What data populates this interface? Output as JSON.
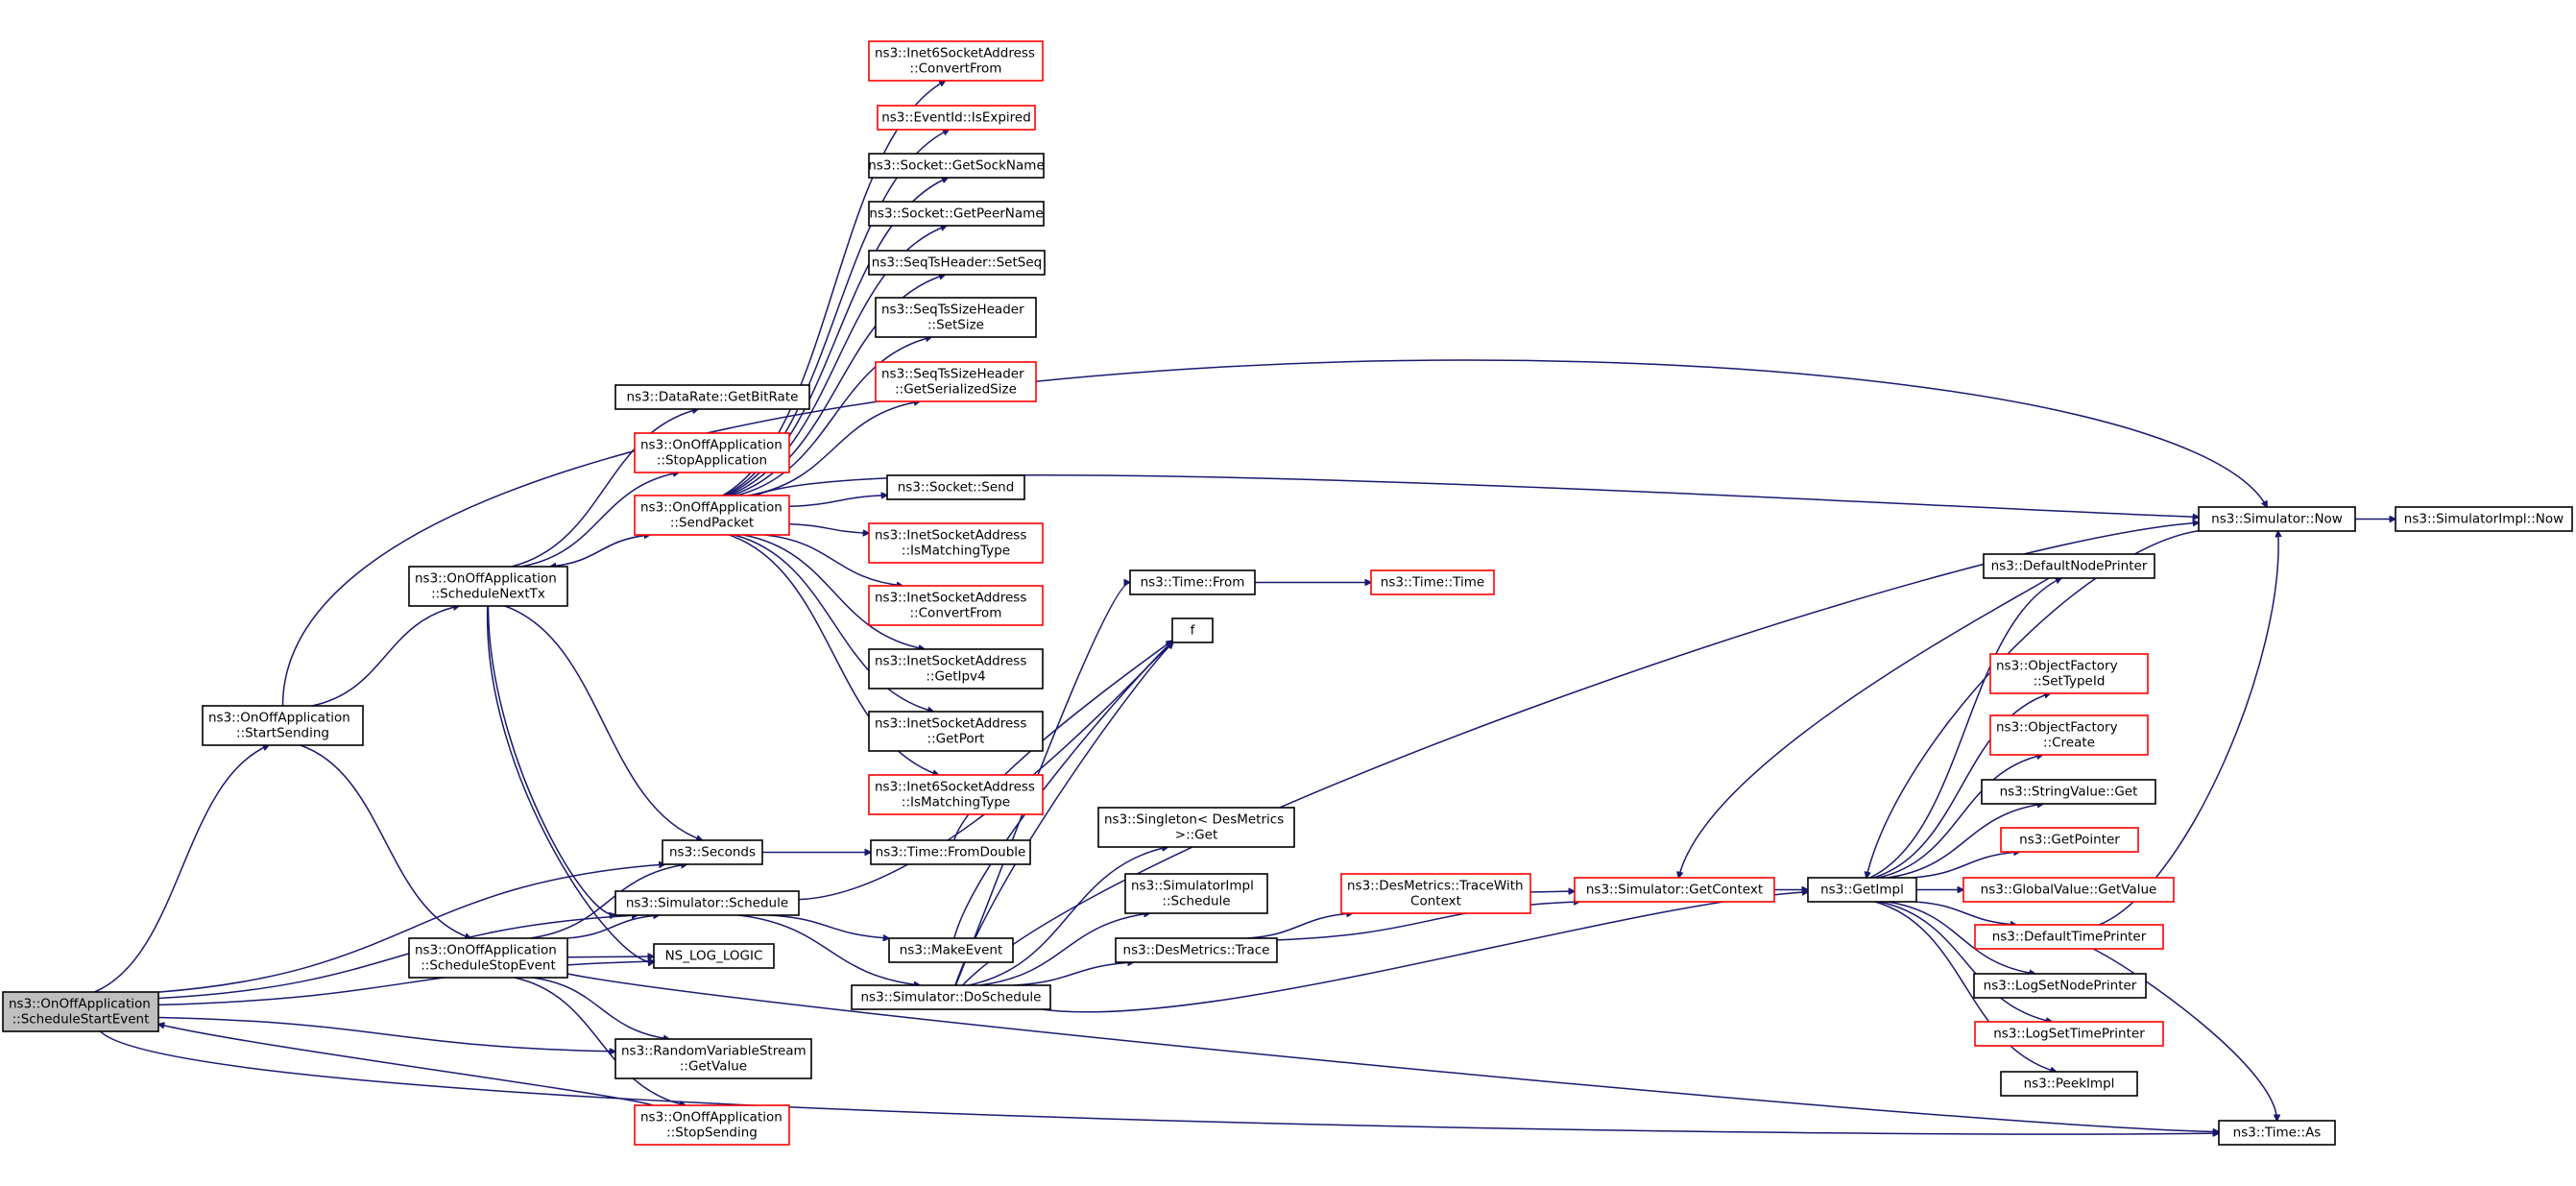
{
  "nodes": [
    {
      "id": "root",
      "lines": [
        "ns3::OnOffApplication",
        "::ScheduleStartEvent"
      ],
      "style": "root"
    },
    {
      "id": "startSending",
      "lines": [
        "ns3::OnOffApplication",
        "::StartSending"
      ],
      "style": "black"
    },
    {
      "id": "scheduleNextTx",
      "lines": [
        "ns3::OnOffApplication",
        "::ScheduleNextTx"
      ],
      "style": "black"
    },
    {
      "id": "scheduleStopEvent",
      "lines": [
        "ns3::OnOffApplication",
        "::ScheduleStopEvent"
      ],
      "style": "black"
    },
    {
      "id": "getBitRate",
      "lines": [
        "ns3::DataRate::GetBitRate"
      ],
      "style": "black"
    },
    {
      "id": "stopApplication",
      "lines": [
        "ns3::OnOffApplication",
        "::StopApplication"
      ],
      "style": "red"
    },
    {
      "id": "sendPacket",
      "lines": [
        "ns3::OnOffApplication",
        "::SendPacket"
      ],
      "style": "red"
    },
    {
      "id": "seconds",
      "lines": [
        "ns3::Seconds"
      ],
      "style": "black"
    },
    {
      "id": "simSchedule",
      "lines": [
        "ns3::Simulator::Schedule"
      ],
      "style": "black"
    },
    {
      "id": "nsLogLogic",
      "lines": [
        "NS_LOG_LOGIC"
      ],
      "style": "black"
    },
    {
      "id": "rvsGetValue",
      "lines": [
        "ns3::RandomVariableStream",
        "::GetValue"
      ],
      "style": "black"
    },
    {
      "id": "stopSending",
      "lines": [
        "ns3::OnOffApplication",
        "::StopSending"
      ],
      "style": "red"
    },
    {
      "id": "inet6ConvertFrom",
      "lines": [
        "ns3::Inet6SocketAddress",
        "::ConvertFrom"
      ],
      "style": "red"
    },
    {
      "id": "eventIdIsExpired",
      "lines": [
        "ns3::EventId::IsExpired"
      ],
      "style": "red"
    },
    {
      "id": "socketGetSockName",
      "lines": [
        "ns3::Socket::GetSockName"
      ],
      "style": "black"
    },
    {
      "id": "socketGetPeerName",
      "lines": [
        "ns3::Socket::GetPeerName"
      ],
      "style": "black"
    },
    {
      "id": "seqTsSetSeq",
      "lines": [
        "ns3::SeqTsHeader::SetSeq"
      ],
      "style": "black"
    },
    {
      "id": "seqTsSizeSetSize",
      "lines": [
        "ns3::SeqTsSizeHeader",
        "::SetSize"
      ],
      "style": "black"
    },
    {
      "id": "seqTsSizeGetSerializedSize",
      "lines": [
        "ns3::SeqTsSizeHeader",
        "::GetSerializedSize"
      ],
      "style": "red"
    },
    {
      "id": "socketSend",
      "lines": [
        "ns3::Socket::Send"
      ],
      "style": "black"
    },
    {
      "id": "inetIsMatchingType",
      "lines": [
        "ns3::InetSocketAddress",
        "::IsMatchingType"
      ],
      "style": "red"
    },
    {
      "id": "inetConvertFrom",
      "lines": [
        "ns3::InetSocketAddress",
        "::ConvertFrom"
      ],
      "style": "red"
    },
    {
      "id": "inetGetIpv4",
      "lines": [
        "ns3::InetSocketAddress",
        "::GetIpv4"
      ],
      "style": "black"
    },
    {
      "id": "inetGetPort",
      "lines": [
        "ns3::InetSocketAddress",
        "::GetPort"
      ],
      "style": "black"
    },
    {
      "id": "inet6IsMatchingType",
      "lines": [
        "ns3::Inet6SocketAddress",
        "::IsMatchingType"
      ],
      "style": "red"
    },
    {
      "id": "timeFromDouble",
      "lines": [
        "ns3::Time::FromDouble"
      ],
      "style": "black"
    },
    {
      "id": "makeEvent",
      "lines": [
        "ns3::MakeEvent"
      ],
      "style": "black"
    },
    {
      "id": "simDoSchedule",
      "lines": [
        "ns3::Simulator::DoSchedule"
      ],
      "style": "black"
    },
    {
      "id": "timeFrom",
      "lines": [
        "ns3::Time::From"
      ],
      "style": "black"
    },
    {
      "id": "f",
      "lines": [
        "f"
      ],
      "style": "black"
    },
    {
      "id": "singletonGet",
      "lines": [
        "ns3::Singleton< DesMetrics",
        ">::Get"
      ],
      "style": "black"
    },
    {
      "id": "simImplSchedule",
      "lines": [
        "ns3::SimulatorImpl",
        "::Schedule"
      ],
      "style": "black"
    },
    {
      "id": "desMetricsTrace",
      "lines": [
        "ns3::DesMetrics::Trace"
      ],
      "style": "black"
    },
    {
      "id": "timeTime",
      "lines": [
        "ns3::Time::Time"
      ],
      "style": "red"
    },
    {
      "id": "traceWithContext",
      "lines": [
        "ns3::DesMetrics::TraceWith",
        "Context"
      ],
      "style": "red"
    },
    {
      "id": "simGetContext",
      "lines": [
        "ns3::Simulator::GetContext"
      ],
      "style": "red"
    },
    {
      "id": "getImpl",
      "lines": [
        "ns3::GetImpl"
      ],
      "style": "black"
    },
    {
      "id": "defaultNodePrinter",
      "lines": [
        "ns3::DefaultNodePrinter"
      ],
      "style": "black"
    },
    {
      "id": "ofSetTypeId",
      "lines": [
        "ns3::ObjectFactory",
        "::SetTypeId"
      ],
      "style": "red"
    },
    {
      "id": "ofCreate",
      "lines": [
        "ns3::ObjectFactory",
        "::Create"
      ],
      "style": "red"
    },
    {
      "id": "stringValueGet",
      "lines": [
        "ns3::StringValue::Get"
      ],
      "style": "black"
    },
    {
      "id": "getPointer",
      "lines": [
        "ns3::GetPointer"
      ],
      "style": "red"
    },
    {
      "id": "globalValueGetValue",
      "lines": [
        "ns3::GlobalValue::GetValue"
      ],
      "style": "red"
    },
    {
      "id": "defaultTimePrinter",
      "lines": [
        "ns3::DefaultTimePrinter"
      ],
      "style": "red"
    },
    {
      "id": "logSetNodePrinter",
      "lines": [
        "ns3::LogSetNodePrinter"
      ],
      "style": "black"
    },
    {
      "id": "logSetTimePrinter",
      "lines": [
        "ns3::LogSetTimePrinter"
      ],
      "style": "red"
    },
    {
      "id": "peekImpl",
      "lines": [
        "ns3::PeekImpl"
      ],
      "style": "black"
    },
    {
      "id": "simNow",
      "lines": [
        "ns3::Simulator::Now"
      ],
      "style": "black"
    },
    {
      "id": "simImplNow",
      "lines": [
        "ns3::SimulatorImpl::Now"
      ],
      "style": "black"
    },
    {
      "id": "timeAs",
      "lines": [
        "ns3::Time::As"
      ],
      "style": "black"
    }
  ],
  "edges": [
    [
      "root",
      "startSending"
    ],
    [
      "root",
      "seconds"
    ],
    [
      "root",
      "simSchedule"
    ],
    [
      "root",
      "nsLogLogic"
    ],
    [
      "root",
      "rvsGetValue"
    ],
    [
      "root",
      "timeAs"
    ],
    [
      "startSending",
      "simNow"
    ],
    [
      "startSending",
      "scheduleNextTx"
    ],
    [
      "startSending",
      "scheduleStopEvent"
    ],
    [
      "scheduleNextTx",
      "getBitRate"
    ],
    [
      "scheduleNextTx",
      "stopApplication"
    ],
    [
      "scheduleNextTx",
      "sendPacket"
    ],
    [
      "scheduleNextTx",
      "seconds"
    ],
    [
      "scheduleNextTx",
      "simSchedule"
    ],
    [
      "scheduleNextTx",
      "nsLogLogic"
    ],
    [
      "sendPacket",
      "scheduleNextTx"
    ],
    [
      "sendPacket",
      "inet6ConvertFrom"
    ],
    [
      "sendPacket",
      "eventIdIsExpired"
    ],
    [
      "sendPacket",
      "socketGetSockName"
    ],
    [
      "sendPacket",
      "socketGetPeerName"
    ],
    [
      "sendPacket",
      "seqTsSetSeq"
    ],
    [
      "sendPacket",
      "seqTsSizeSetSize"
    ],
    [
      "sendPacket",
      "seqTsSizeGetSerializedSize"
    ],
    [
      "sendPacket",
      "simNow"
    ],
    [
      "sendPacket",
      "socketSend"
    ],
    [
      "sendPacket",
      "inetIsMatchingType"
    ],
    [
      "sendPacket",
      "inetConvertFrom"
    ],
    [
      "sendPacket",
      "inetGetIpv4"
    ],
    [
      "sendPacket",
      "inetGetPort"
    ],
    [
      "sendPacket",
      "inet6IsMatchingType"
    ],
    [
      "scheduleStopEvent",
      "seconds"
    ],
    [
      "scheduleStopEvent",
      "simSchedule"
    ],
    [
      "scheduleStopEvent",
      "nsLogLogic"
    ],
    [
      "scheduleStopEvent",
      "rvsGetValue"
    ],
    [
      "scheduleStopEvent",
      "stopSending"
    ],
    [
      "scheduleStopEvent",
      "timeAs"
    ],
    [
      "stopSending",
      "root"
    ],
    [
      "seconds",
      "timeFromDouble"
    ],
    [
      "timeFromDouble",
      "f"
    ],
    [
      "simSchedule",
      "makeEvent"
    ],
    [
      "simSchedule",
      "simDoSchedule"
    ],
    [
      "simSchedule",
      "f"
    ],
    [
      "makeEvent",
      "f"
    ],
    [
      "simDoSchedule",
      "timeFrom"
    ],
    [
      "simDoSchedule",
      "f"
    ],
    [
      "simDoSchedule",
      "singletonGet"
    ],
    [
      "simDoSchedule",
      "simImplSchedule"
    ],
    [
      "simDoSchedule",
      "desMetricsTrace"
    ],
    [
      "simDoSchedule",
      "simNow"
    ],
    [
      "simDoSchedule",
      "getImpl"
    ],
    [
      "timeFrom",
      "timeTime"
    ],
    [
      "desMetricsTrace",
      "traceWithContext"
    ],
    [
      "desMetricsTrace",
      "simGetContext"
    ],
    [
      "traceWithContext",
      "simGetContext"
    ],
    [
      "simGetContext",
      "getImpl"
    ],
    [
      "getImpl",
      "defaultNodePrinter"
    ],
    [
      "getImpl",
      "ofSetTypeId"
    ],
    [
      "getImpl",
      "ofCreate"
    ],
    [
      "getImpl",
      "stringValueGet"
    ],
    [
      "getImpl",
      "getPointer"
    ],
    [
      "getImpl",
      "globalValueGetValue"
    ],
    [
      "getImpl",
      "defaultTimePrinter"
    ],
    [
      "getImpl",
      "logSetNodePrinter"
    ],
    [
      "getImpl",
      "logSetTimePrinter"
    ],
    [
      "getImpl",
      "peekImpl"
    ],
    [
      "defaultNodePrinter",
      "simGetContext"
    ],
    [
      "defaultTimePrinter",
      "simNow"
    ],
    [
      "defaultTimePrinter",
      "timeAs"
    ],
    [
      "simNow",
      "getImpl"
    ],
    [
      "simNow",
      "simImplNow"
    ]
  ],
  "colors": {
    "edge": "#191970",
    "red_border": "#ff0000",
    "root_fill": "#bfbfbf"
  }
}
